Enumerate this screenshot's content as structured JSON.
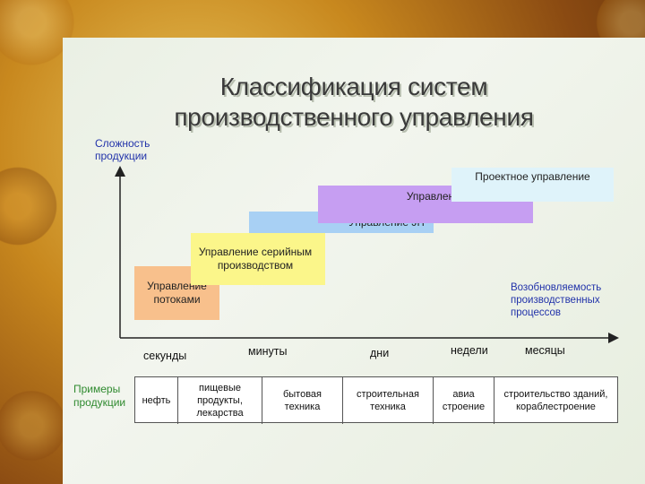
{
  "slide": {
    "title_line1": "Классификация систем",
    "title_line2": "производственного управления"
  },
  "y_axis_label": "Сложность продукции",
  "x_axis_label": "Возобновляемость производственных процессов",
  "examples_label": "Примеры продукции",
  "steps": [
    {
      "label": "Управление потоками",
      "color": "#f8c08c"
    },
    {
      "label": "Управление серийным производством",
      "color": "#fbf68a"
    },
    {
      "label": "Управление JIT",
      "color": "#a8d0f4"
    },
    {
      "label": "Управление MRP, MRPII",
      "color": "#c69ef2"
    },
    {
      "label": "Проектное управление",
      "color": "#dff3fa"
    }
  ],
  "time_scale": [
    "секунды",
    "минуты",
    "дни",
    "недели",
    "месяцы"
  ],
  "examples": [
    "нефть",
    "пищевые продукты, лекарства",
    "бытовая техника",
    "строительная техника",
    "авиа строение",
    "строительство зданий, кораблестроение"
  ]
}
